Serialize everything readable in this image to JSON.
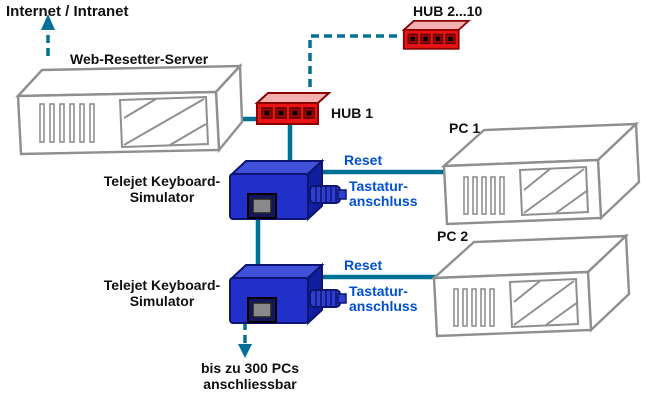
{
  "diagram": {
    "colors": {
      "line_teal": "#007095",
      "label_blue": "#0050D2",
      "hub_red": "#E81414",
      "hub_top_red": "#F2AFAF",
      "device_blue": "#2030C8",
      "sketch_gray": "#8F8F8F"
    },
    "internet": {
      "label": "Internet / Intranet"
    },
    "server": {
      "label": "Web-Resetter-Server"
    },
    "hub1": {
      "label": "HUB 1"
    },
    "hub2": {
      "label": "HUB 2...10"
    },
    "pc1": {
      "label": "PC 1"
    },
    "pc2": {
      "label": "PC 2"
    },
    "simulator1": {
      "label_line1": "Telejet Keyboard-",
      "label_line2": "Simulator",
      "reset_label": "Reset",
      "keyboard_label_line1": "Tastatur-",
      "keyboard_label_line2": "anschluss"
    },
    "simulator2": {
      "label_line1": "Telejet Keyboard-",
      "label_line2": "Simulator",
      "reset_label": "Reset",
      "keyboard_label_line1": "Tastatur-",
      "keyboard_label_line2": "anschluss"
    },
    "footer": {
      "line1": "bis zu 300 PCs",
      "line2": "anschliessbar"
    }
  }
}
